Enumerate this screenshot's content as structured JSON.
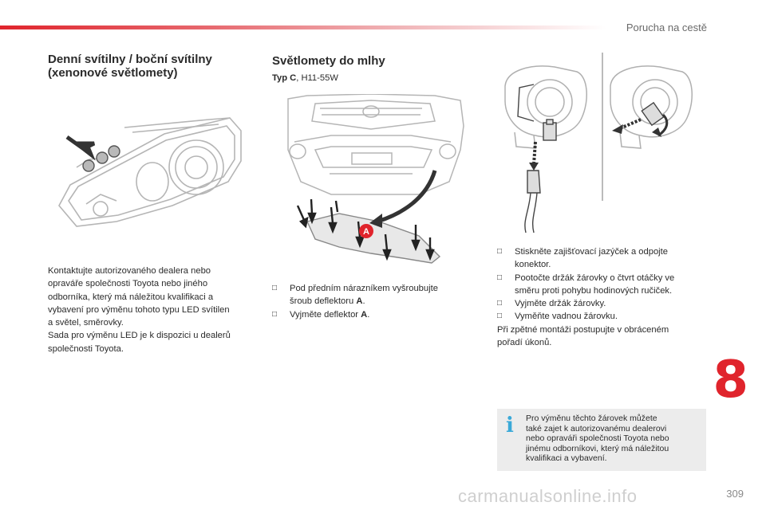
{
  "header": {
    "chapter_title": "Porucha na cestě",
    "accent_color": "#e0242c"
  },
  "left_section": {
    "title": "Denní svítilny / boční svítilny\n(xenonové světlomety)",
    "paragraph": [
      "Kontaktujte autorizovaného dealera nebo",
      "opraváře společnosti Toyota nebo jiného",
      "odborníka, který má náležitou kvalifikaci a",
      "vybavení pro výměnu tohoto typu LED svítilen",
      "a světel, směrovky.",
      "Sada pro výměnu LED je k dispozici u dealerů",
      "společnosti Toyota."
    ]
  },
  "middle_section": {
    "title": "Světlomety do mlhy",
    "type_prefix": "Typ C",
    "type_suffix": ", H11-55W",
    "callout_label": "A",
    "bullets": [
      {
        "pre": "Pod předním nárazníkem vyšroubujte",
        "line2_pre": "šroub deflektoru ",
        "bold": "A",
        "post": "."
      },
      {
        "pre": "Vyjměte deflektor ",
        "bold": "A",
        "post": "."
      }
    ]
  },
  "right_section": {
    "bullets": [
      [
        "Stiskněte zajišťovací jazýček a odpojte",
        "konektor."
      ],
      [
        "Pootočte držák žárovky o čtvrt otáčky ve",
        "směru proti pohybu hodinových ručiček."
      ],
      [
        "Vyjměte držák žárovky."
      ],
      [
        "Vyměňte vadnou žárovku."
      ]
    ],
    "closing": [
      "Při zpětné montáži postupujte v obráceném",
      "pořadí úkonů."
    ]
  },
  "chapter_number": "8",
  "info_box": {
    "icon": "info-icon",
    "icon_glyph": "i",
    "text": [
      "Pro výměnu těchto žárovek můžete",
      "také zajet k autorizovanému dealerovi",
      "nebo opraváři společnosti Toyota nebo",
      "jinému odborníkovi, který má náležitou",
      "kvalifikaci a vybavení."
    ],
    "icon_color": "#3aa9d8"
  },
  "footer": {
    "page_number": "309",
    "watermark": "carmanualsonline.info"
  }
}
